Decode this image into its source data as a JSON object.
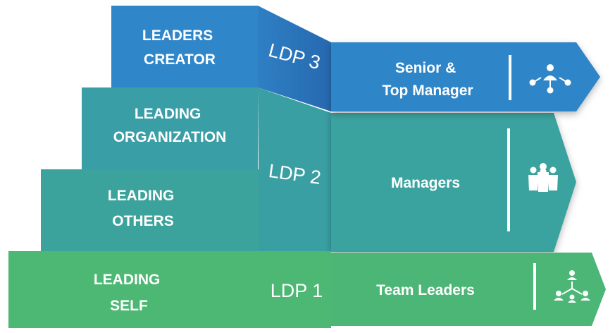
{
  "levels": [
    {
      "id": "ldp3",
      "tag": "LDP 3",
      "left_label": [
        "LEADERS",
        "CREATOR"
      ],
      "role": [
        "Senior &",
        "Top Manager"
      ],
      "icon": "hierarchy-network-icon",
      "color": "#2f86c9"
    },
    {
      "id": "ldp2",
      "tag": "LDP 2",
      "left_label_top": [
        "LEADING",
        "ORGANIZATION"
      ],
      "left_label_bottom": [
        "LEADING",
        "OTHERS"
      ],
      "role": [
        "Managers"
      ],
      "icon": "group-people-icon",
      "color": "#3aa39f"
    },
    {
      "id": "ldp1",
      "tag": "LDP 1",
      "left_label": [
        "LEADING",
        "SELF"
      ],
      "role": [
        "Team Leaders"
      ],
      "icon": "team-structure-icon",
      "color": "#4db873"
    }
  ]
}
